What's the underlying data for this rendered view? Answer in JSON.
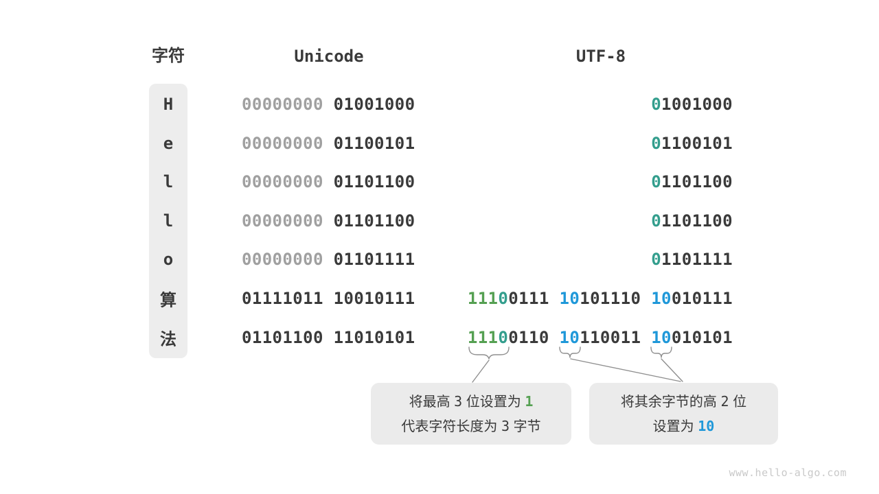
{
  "palette": {
    "dark": "#3a3a3a",
    "gray": "#a0a0a0",
    "green": "#55a052",
    "teal": "#339e8d",
    "blue": "#1f98d9",
    "box_bg": "#ebebeb",
    "column_bg": "#ededed",
    "line": "#8f8f8f",
    "watermark": "#c9c9c9"
  },
  "header": {
    "char_col": "字符",
    "unicode_col": "Unicode",
    "utf8_col": "UTF-8"
  },
  "table": {
    "rows": [
      {
        "char": "H",
        "unicode": [
          [
            "00000000",
            "gray"
          ],
          [
            " 01001000",
            "dark"
          ]
        ],
        "utf8": [
          [
            "0",
            "teal"
          ],
          [
            "1001000",
            "dark"
          ]
        ]
      },
      {
        "char": "e",
        "unicode": [
          [
            "00000000",
            "gray"
          ],
          [
            " 01100101",
            "dark"
          ]
        ],
        "utf8": [
          [
            "0",
            "teal"
          ],
          [
            "1100101",
            "dark"
          ]
        ]
      },
      {
        "char": "l",
        "unicode": [
          [
            "00000000",
            "gray"
          ],
          [
            " 01101100",
            "dark"
          ]
        ],
        "utf8": [
          [
            "0",
            "teal"
          ],
          [
            "1101100",
            "dark"
          ]
        ]
      },
      {
        "char": "l",
        "unicode": [
          [
            "00000000",
            "gray"
          ],
          [
            " 01101100",
            "dark"
          ]
        ],
        "utf8": [
          [
            "0",
            "teal"
          ],
          [
            "1101100",
            "dark"
          ]
        ]
      },
      {
        "char": "o",
        "unicode": [
          [
            "00000000",
            "gray"
          ],
          [
            " 01101111",
            "dark"
          ]
        ],
        "utf8": [
          [
            "0",
            "teal"
          ],
          [
            "1101111",
            "dark"
          ]
        ]
      },
      {
        "char": "算",
        "unicode": [
          [
            "01111011 10010111",
            "dark"
          ]
        ],
        "utf8": [
          [
            "111",
            "green"
          ],
          [
            "0",
            "teal"
          ],
          [
            "0111 ",
            "dark"
          ],
          [
            "10",
            "blue"
          ],
          [
            "101110 ",
            "dark"
          ],
          [
            "10",
            "blue"
          ],
          [
            "010111",
            "dark"
          ]
        ]
      },
      {
        "char": "法",
        "unicode": [
          [
            "01101100 11010101",
            "dark"
          ]
        ],
        "utf8": [
          [
            "111",
            "green"
          ],
          [
            "0",
            "teal"
          ],
          [
            "0110 ",
            "dark"
          ],
          [
            "10",
            "blue"
          ],
          [
            "110011 ",
            "dark"
          ],
          [
            "10",
            "blue"
          ],
          [
            "010101",
            "dark"
          ]
        ]
      }
    ]
  },
  "notes": {
    "left": {
      "lines": [
        [
          [
            "将最高 ",
            "text"
          ],
          [
            "3",
            "num"
          ],
          [
            " 位设置为 ",
            "text"
          ],
          [
            "1",
            "green"
          ]
        ],
        [
          [
            "代表字符长度为 ",
            "text"
          ],
          [
            "3",
            "num"
          ],
          [
            " 字节",
            "text"
          ]
        ]
      ]
    },
    "right": {
      "lines": [
        [
          [
            "将其余字节的高 ",
            "text"
          ],
          [
            "2",
            "num"
          ],
          [
            " 位",
            "text"
          ]
        ],
        [
          [
            "设置为 ",
            "text"
          ],
          [
            "10",
            "blue"
          ]
        ]
      ]
    }
  },
  "watermark": "www.hello-algo.com"
}
